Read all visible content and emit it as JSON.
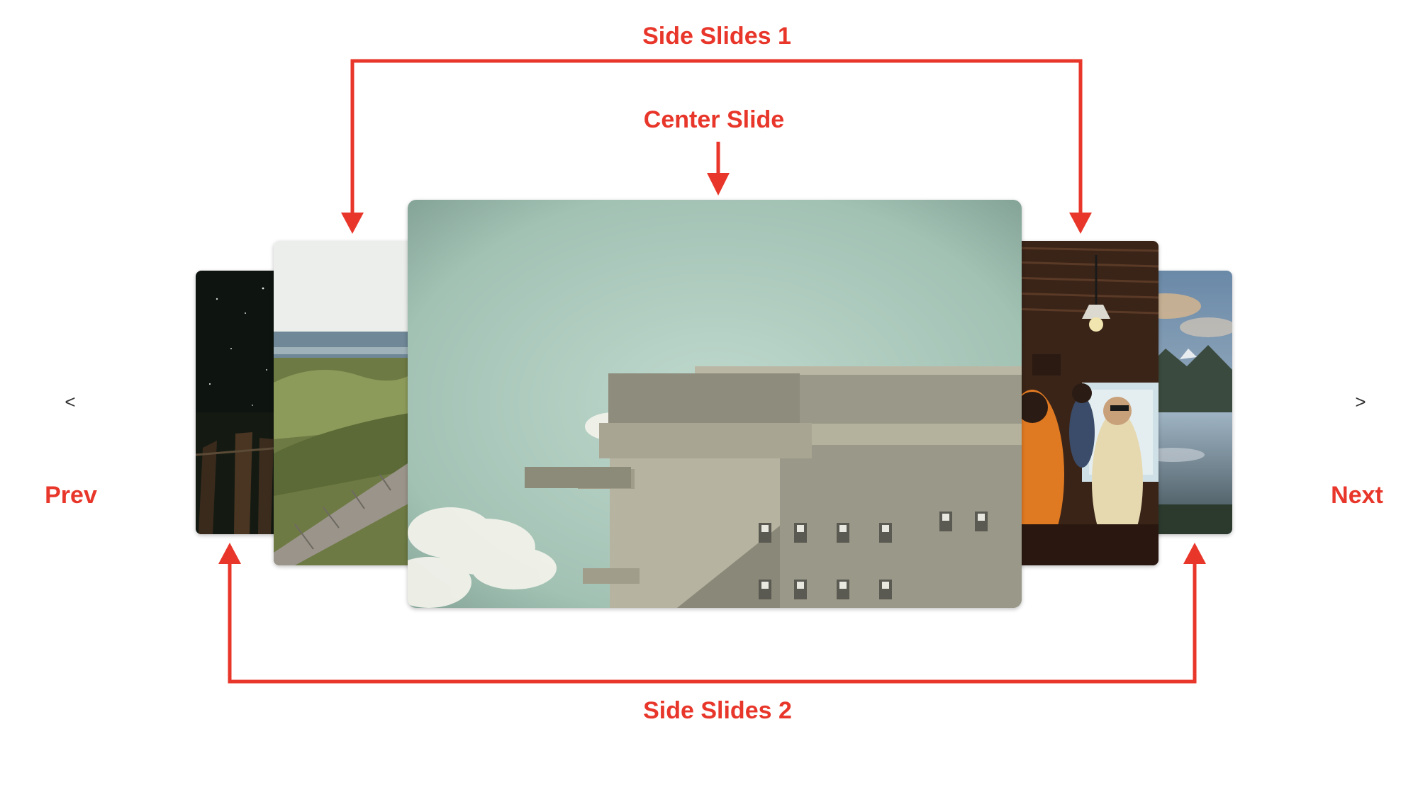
{
  "carousel": {
    "prev_symbol": "<",
    "next_symbol": ">",
    "slides": [
      {
        "role": "side-2-left",
        "subject": "night sky with wooden fence posts"
      },
      {
        "role": "side-1-left",
        "subject": "boardwalk through beach dunes by the sea"
      },
      {
        "role": "center",
        "subject": "concrete bunker building against pale sky"
      },
      {
        "role": "side-1-right",
        "subject": "people inside a wooden cafe with hanging lamp"
      },
      {
        "role": "side-2-right",
        "subject": "mountain lake reflecting clouds"
      }
    ]
  },
  "annotations": {
    "side_slides_1": "Side Slides 1",
    "center_slide": "Center Slide",
    "side_slides_2": "Side Slides 2",
    "prev": "Prev",
    "next": "Next"
  },
  "colors": {
    "annotation": "#e8362a",
    "background": "#ffffff",
    "nav": "#333333"
  }
}
